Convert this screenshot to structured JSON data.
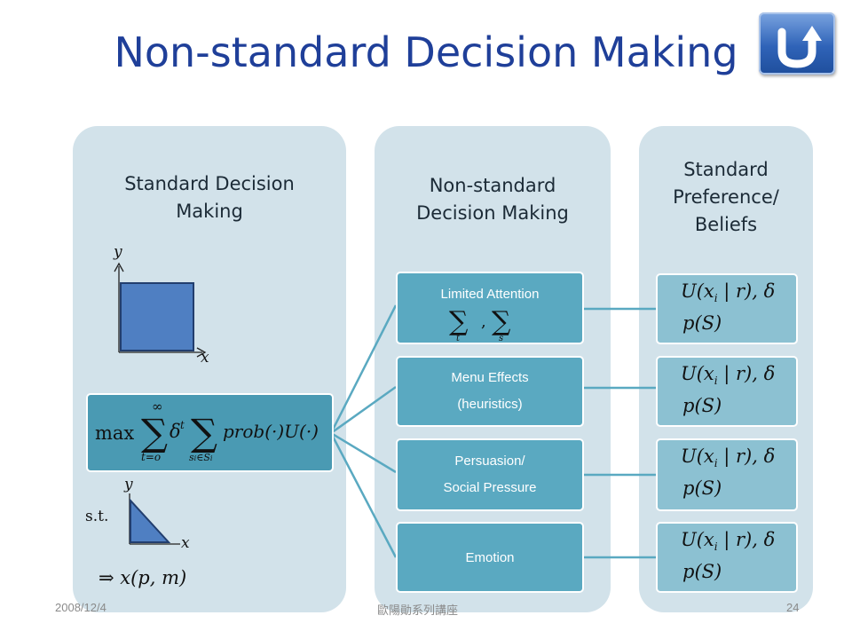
{
  "title": "Non-standard Decision Making",
  "home_button": {
    "icon": "return-arrow-icon"
  },
  "columns": {
    "standard": {
      "title_line1": "Standard Decision",
      "title_line2": "Making",
      "axis_y": "y",
      "axis_x": "x",
      "st_label": "s.t.",
      "axis2_y": "y",
      "axis2_x": "x",
      "result": "⇒ x(p, m)"
    },
    "nonstandard": {
      "title_line1": "Non-standard",
      "title_line2": "Decision Making",
      "items": [
        {
          "label_line1": "Limited Attention",
          "label_line2": ""
        },
        {
          "label_line1": "Menu Effects",
          "label_line2": "(heuristics)"
        },
        {
          "label_line1": "Persuasion/",
          "label_line2": "Social Pressure"
        },
        {
          "label_line1": "Emotion",
          "label_line2": ""
        }
      ]
    },
    "preferences": {
      "title_line1": "Standard",
      "title_line2": "Preference/",
      "title_line3": "Beliefs",
      "line1": "U(x",
      "sub": "i",
      "line1_rest": " | r), δ",
      "line2": "p(S)"
    }
  },
  "colors": {
    "title": "#1f3f99",
    "panel": "#d2e2ea",
    "box_mid": "#5aa9c1",
    "box_right": "#8cc1d2",
    "connector": "#5aa9c1"
  },
  "footer": {
    "date": "2008/12/4",
    "center": "歐陽勛系列講座",
    "page": "24"
  }
}
